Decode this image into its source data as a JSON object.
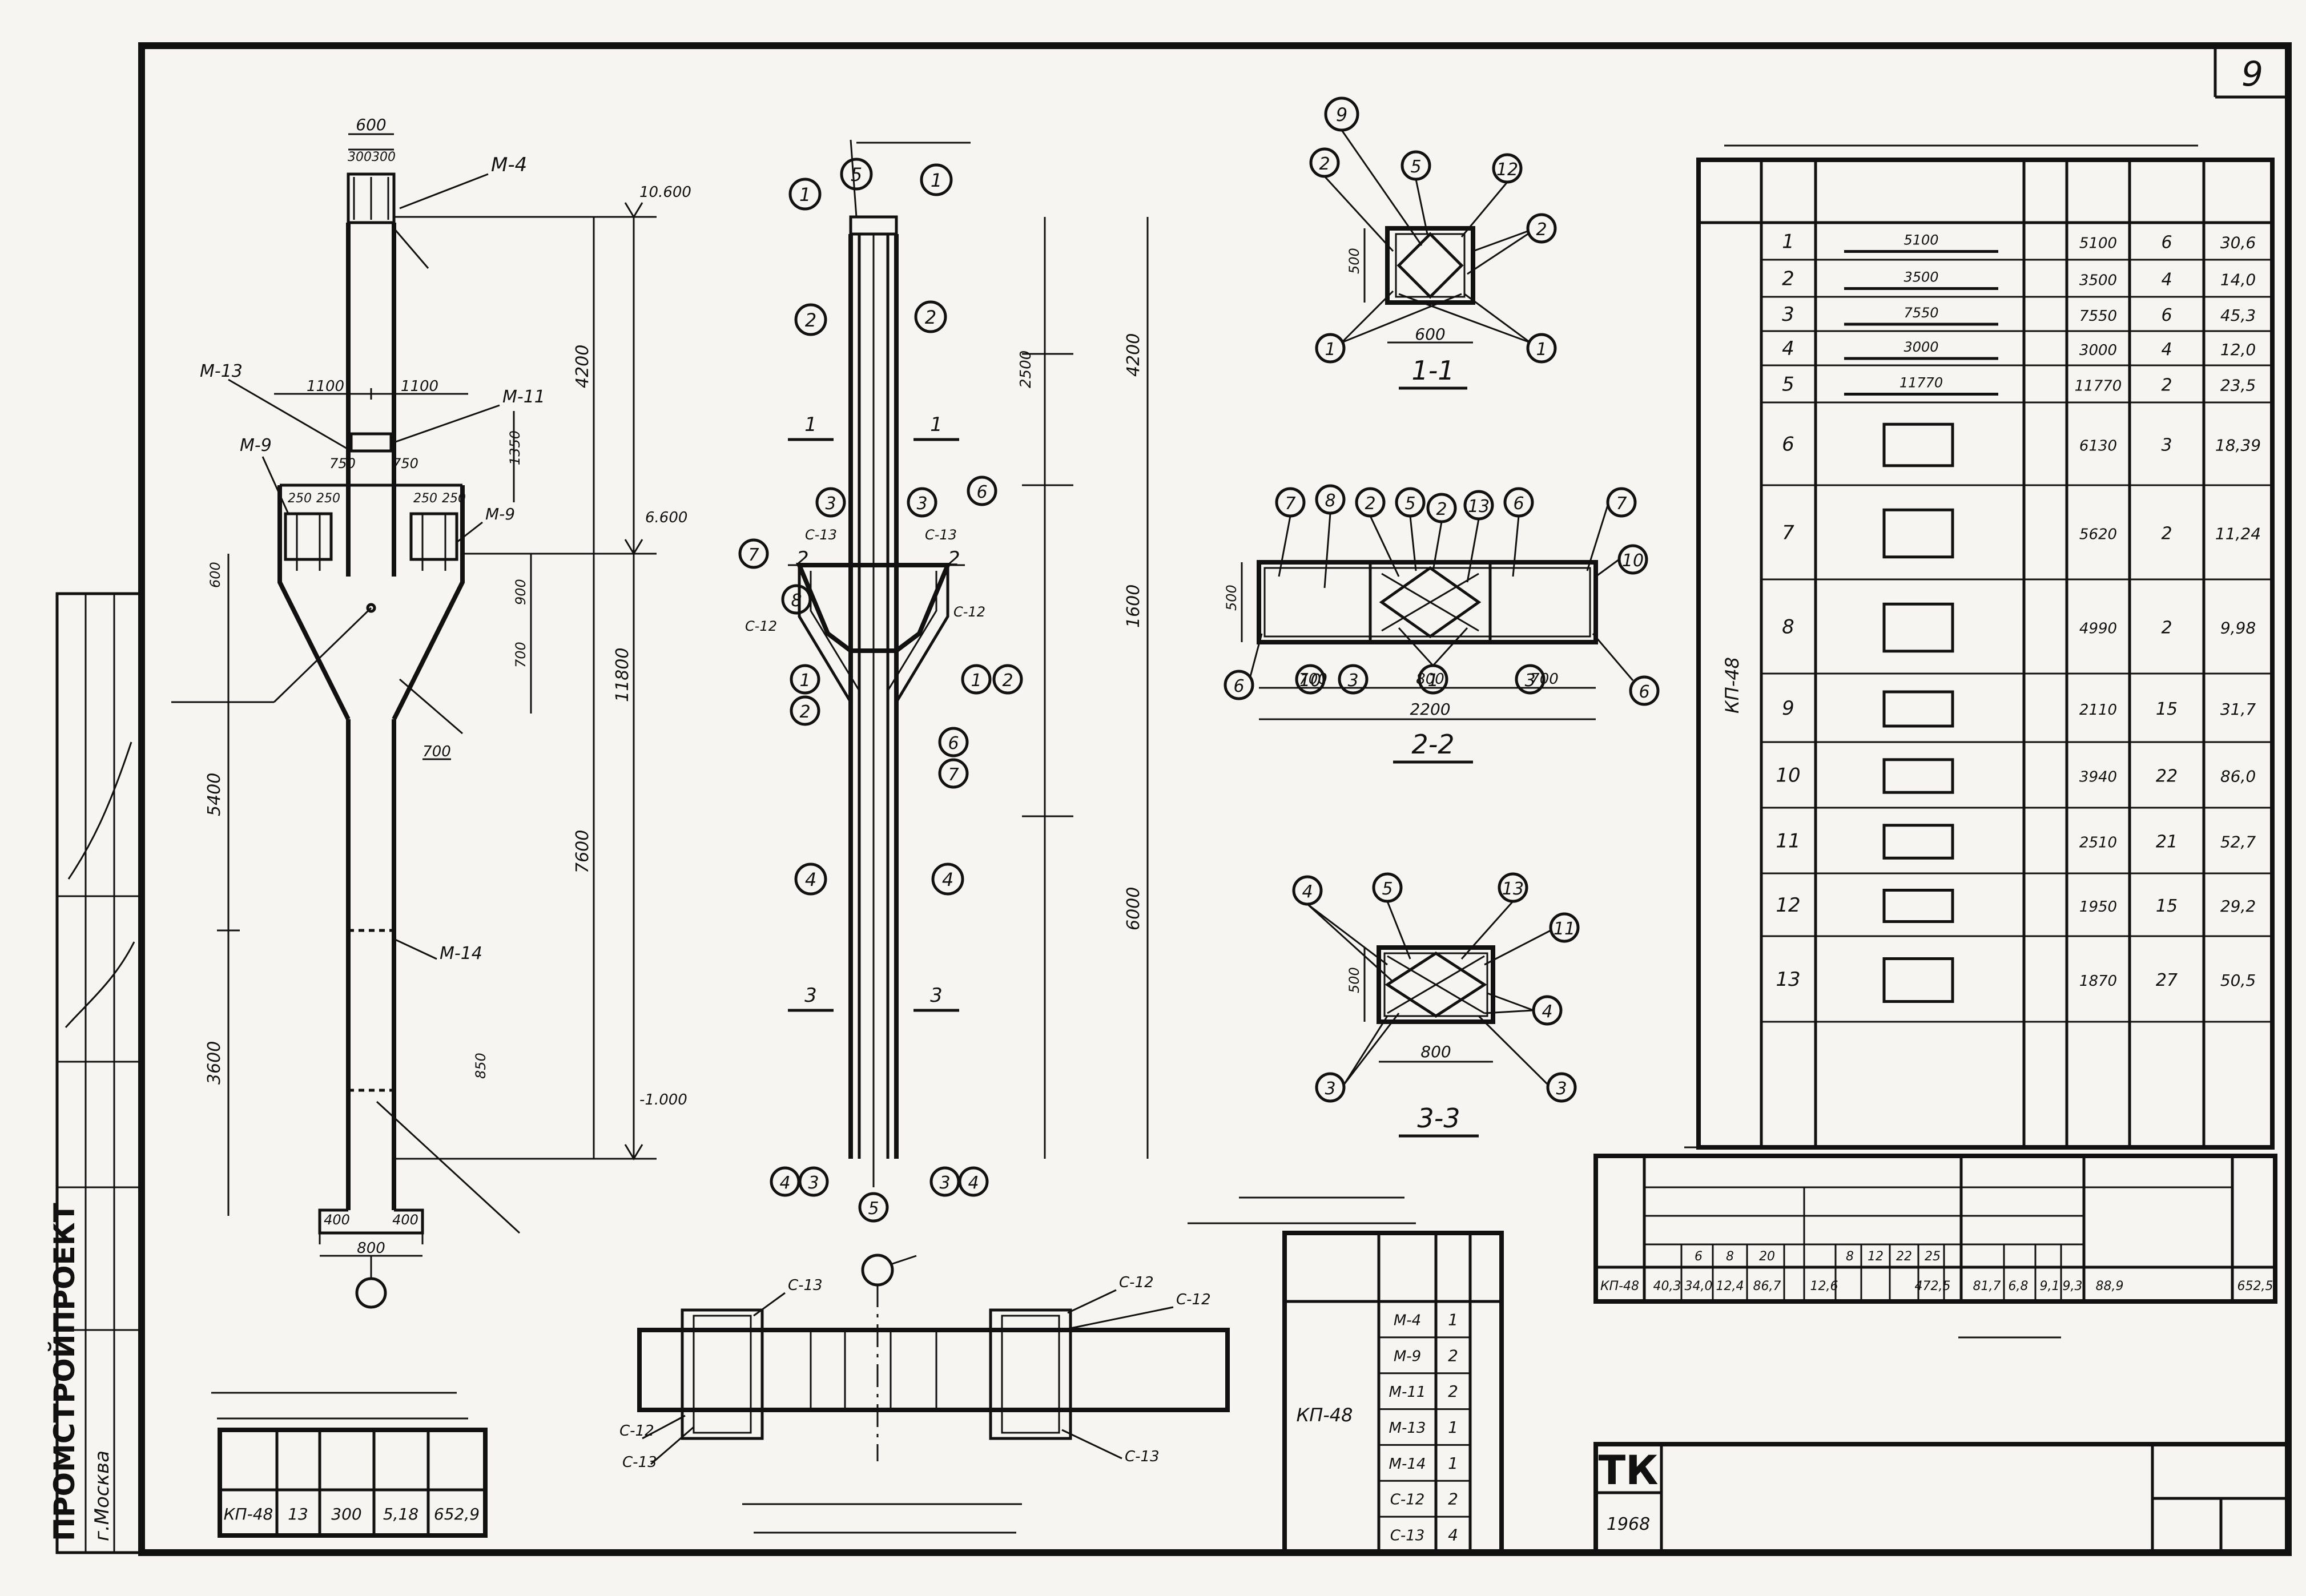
{
  "sheet": {
    "number": "9",
    "code": "",
    "title_block": {
      "logo": "ТК",
      "year": "1968",
      "drawing_name": "",
      "series": "",
      "sheet": ""
    },
    "org": {
      "name": "ПРОМСТРОЙПРОЕКТ",
      "city": "г.Москва"
    }
  },
  "elevation": {
    "marks": {
      "top": "10.600",
      "mid": "6.600",
      "bottom": "-1.000"
    },
    "dims": {
      "col_w_top": "600",
      "col_half_a": "300",
      "col_half_b": "300",
      "d1": "1100",
      "d2": "1100",
      "d3": "750",
      "d4": "750",
      "d5": "250",
      "d6": "250",
      "d7": "250",
      "d8": "250",
      "h4200": "4200",
      "h11800": "11800",
      "h7600": "7600",
      "h5400": "5400",
      "h3600": "3600",
      "h900": "900",
      "h700": "700",
      "h1350": "1350",
      "h850": "850",
      "w700": "700",
      "base_a": "400",
      "base_b": "400",
      "base_w": "800",
      "h600": "600"
    },
    "labels": {
      "m4": "М-4",
      "m13": "М-13",
      "m11": "М-11",
      "m9": "М-9",
      "m14": "М-14",
      "riska": "",
      "hole": "",
      "risks_axes": "",
      "axis": ""
    }
  },
  "reinforcement": {
    "header": "",
    "sec1": "1",
    "sec2": "2",
    "sec3": "3",
    "nets": [
      "С-13",
      "С-13",
      "С-12",
      "С-12"
    ],
    "numbers": [
      "1",
      "2",
      "3",
      "4",
      "5",
      "6",
      "7",
      "8"
    ],
    "dims": {
      "h2500": "2500",
      "h1600": "1600",
      "h4200": "4200",
      "h6000": "6000"
    },
    "notes": [
      "",
      ""
    ]
  },
  "sections": {
    "s11": {
      "label": "1-1",
      "w": "600",
      "h": "500"
    },
    "s22": {
      "label": "2-2",
      "w": "2200",
      "h": "500",
      "parts": [
        "700",
        "800",
        "700"
      ]
    },
    "s33": {
      "label": "3-3",
      "w": "800",
      "h": "500"
    },
    "callouts": [
      "9",
      "2",
      "5",
      "12",
      "2",
      "1",
      "1",
      "7",
      "8",
      "2",
      "5",
      "2",
      "13",
      "6",
      "7",
      "10",
      "6",
      "10",
      "3",
      "1",
      "3",
      "6",
      "4",
      "5",
      "13",
      "11",
      "4",
      "3",
      "3"
    ]
  },
  "spec_table": {
    "title": "",
    "headers": [
      "",
      "",
      "",
      "",
      "",
      "",
      ""
    ],
    "group_label": "КП-48",
    "rows": [
      {
        "pos": "1",
        "len": "5100",
        "dia": "",
        "len_mm": "5100",
        "qty": "6",
        "total": "30,6"
      },
      {
        "pos": "2",
        "len": "3500",
        "dia": "",
        "len_mm": "3500",
        "qty": "4",
        "total": "14,0"
      },
      {
        "pos": "3",
        "len": "7550",
        "dia": "",
        "len_mm": "7550",
        "qty": "6",
        "total": "45,3"
      },
      {
        "pos": "4",
        "len": "3000",
        "dia": "",
        "len_mm": "3000",
        "qty": "4",
        "total": "12,0"
      },
      {
        "pos": "5",
        "len": "11770",
        "dia": "",
        "len_mm": "11770",
        "qty": "2",
        "total": "23,5"
      },
      {
        "pos": "6",
        "len": "",
        "dia": "",
        "len_mm": "6130",
        "qty": "3",
        "total": "18,39"
      },
      {
        "pos": "7",
        "len": "",
        "dia": "",
        "len_mm": "5620",
        "qty": "2",
        "total": "11,24"
      },
      {
        "pos": "8",
        "len": "",
        "dia": "",
        "len_mm": "4990",
        "qty": "2",
        "total": "9,98"
      },
      {
        "pos": "9",
        "len": "",
        "dia": "",
        "len_mm": "2110",
        "qty": "15",
        "total": "31,7"
      },
      {
        "pos": "10",
        "len": "",
        "dia": "",
        "len_mm": "3940",
        "qty": "22",
        "total": "86,0"
      },
      {
        "pos": "11",
        "len": "",
        "dia": "",
        "len_mm": "2510",
        "qty": "21",
        "total": "52,7"
      },
      {
        "pos": "12",
        "len": "",
        "dia": "",
        "len_mm": "1950",
        "qty": "15",
        "total": "29,2"
      },
      {
        "pos": "13",
        "len": "",
        "dia": "",
        "len_mm": "1870",
        "qty": "27",
        "total": "50,5"
      }
    ]
  },
  "steel_table": {
    "title": "",
    "group_a": "",
    "group_b": "",
    "class_a": "",
    "class_b": "",
    "headers": [
      "",
      "6",
      "8",
      "20",
      "",
      "8",
      "12",
      "22",
      "25",
      "",
      "",
      "",
      "",
      "",
      ""
    ],
    "row": [
      "КП-48",
      "40,3",
      "34,0",
      "12,4",
      "86,7",
      "12,6",
      "",
      "",
      "",
      "472,5",
      "81,7",
      "6,8",
      "9,1",
      "9,3",
      "88,9",
      "652,5"
    ]
  },
  "notes": {
    "title": "",
    "n1": "",
    "n1b": "",
    "n2": ""
  },
  "embedded_table": {
    "title_1": "",
    "title_2": "",
    "headers": [
      "",
      "",
      "",
      ""
    ],
    "col_mark": "КП-48",
    "rows": [
      {
        "el": "М-4",
        "qty": "1"
      },
      {
        "el": "М-9",
        "qty": "2"
      },
      {
        "el": "М-11",
        "qty": "2"
      },
      {
        "el": "М-13",
        "qty": "1"
      },
      {
        "el": "М-14",
        "qty": "1"
      },
      {
        "el": "С-12",
        "qty": "2"
      },
      {
        "el": "С-13",
        "qty": "4"
      }
    ]
  },
  "tech_table": {
    "title_1": "",
    "title_2": "",
    "headers": [
      "",
      "",
      "",
      "",
      ""
    ],
    "row": [
      "КП-48",
      "13",
      "300",
      "5,18",
      "652,9"
    ]
  },
  "net_plan": {
    "title_1": "",
    "title_2": "",
    "axis": "",
    "labels": [
      "С-13",
      "С-12",
      "С-12",
      "С-13",
      "С-13"
    ]
  },
  "stamp": {
    "rows": [
      "",
      "",
      "",
      "",
      "",
      "",
      "",
      ""
    ]
  }
}
